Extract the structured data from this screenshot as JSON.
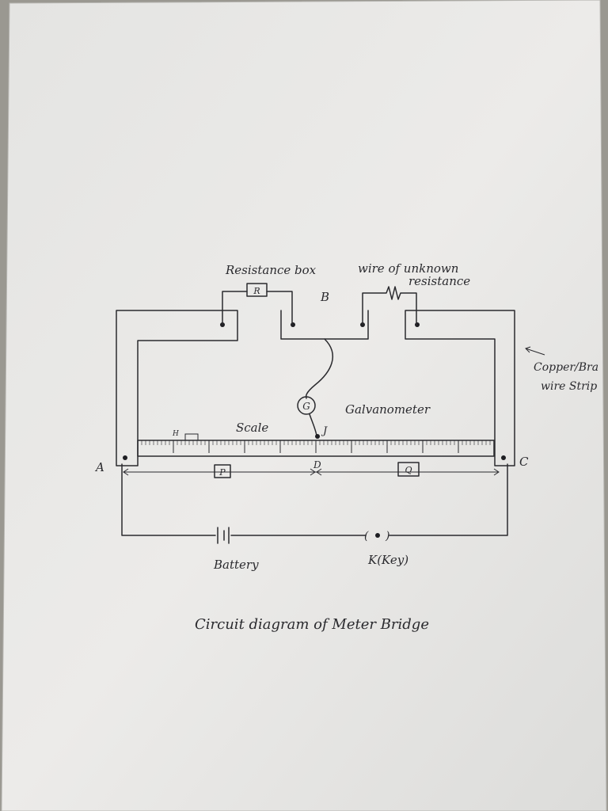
{
  "labels": {
    "resistance_box": "Resistance box",
    "resistance_box_symbol": "R",
    "unknown_wire": "wire of unknown",
    "unknown_wire_2": "resistance",
    "point_b": "B",
    "copper_strip": "Copper/Bra",
    "copper_strip_2": "wire Strip",
    "galvanometer": "Galvanometer",
    "galvanometer_symbol": "G",
    "scale": "Scale",
    "jockey": "J",
    "jockey_mark": "H",
    "point_a": "A",
    "point_c": "C",
    "point_d": "D",
    "ratio_p": "P",
    "ratio_q": "Q",
    "battery": "Battery",
    "key": "K(Key)",
    "caption": "Circuit diagram of Meter Bridge"
  },
  "colors": {
    "paper": "#e8e8e6",
    "ink": "#2a2a2e",
    "background": "#9a9891"
  }
}
